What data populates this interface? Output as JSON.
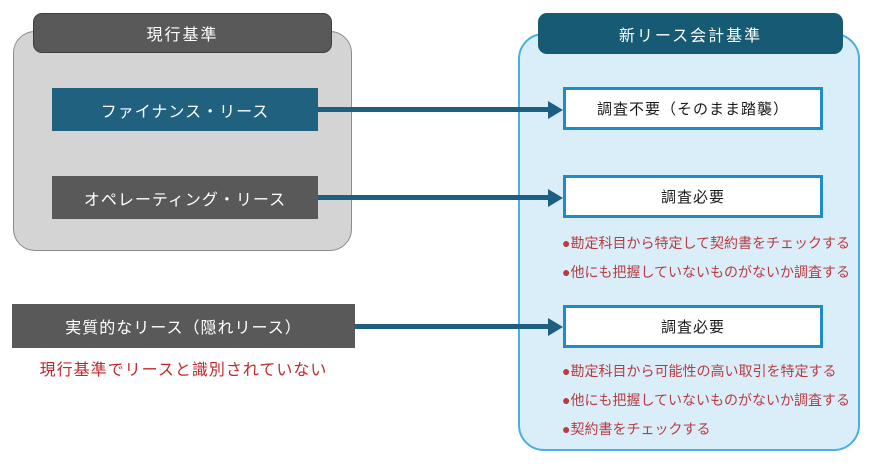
{
  "left": {
    "header": "現行基準",
    "finance_label": "ファイナンス・リース",
    "operating_label": "オペレーティング・リース",
    "hidden_lease_label": "実質的なリース（隠れリース）",
    "hidden_lease_note": "現行基準でリースと識別されていない"
  },
  "right": {
    "header": "新リース会計基準",
    "box1_label": "調査不要（そのまま踏襲）",
    "box2_label": "調査必要",
    "box2_bullets": [
      "●勘定科目から特定して契約書をチェックする",
      "●他にも把握していないものがないか調査する"
    ],
    "box3_label": "調査必要",
    "box3_bullets": [
      "●勘定科目から可能性の高い取引を特定する",
      "●他にも把握していないものがないか調査する",
      "●契約書をチェックする"
    ]
  },
  "colors": {
    "teal_box": "#20617f",
    "dark_gray_box": "#595959",
    "left_panel_fill": "#d4d4d4",
    "left_panel_border": "#8a8a8a",
    "right_panel_fill": "#daeefa",
    "right_panel_border": "#4aaede",
    "right_header_fill": "#175a73",
    "white_box_border": "#1e8cc8",
    "arrow": "#1d5f80",
    "bullet_red": "#b93b40",
    "note_red": "#c0282d"
  }
}
